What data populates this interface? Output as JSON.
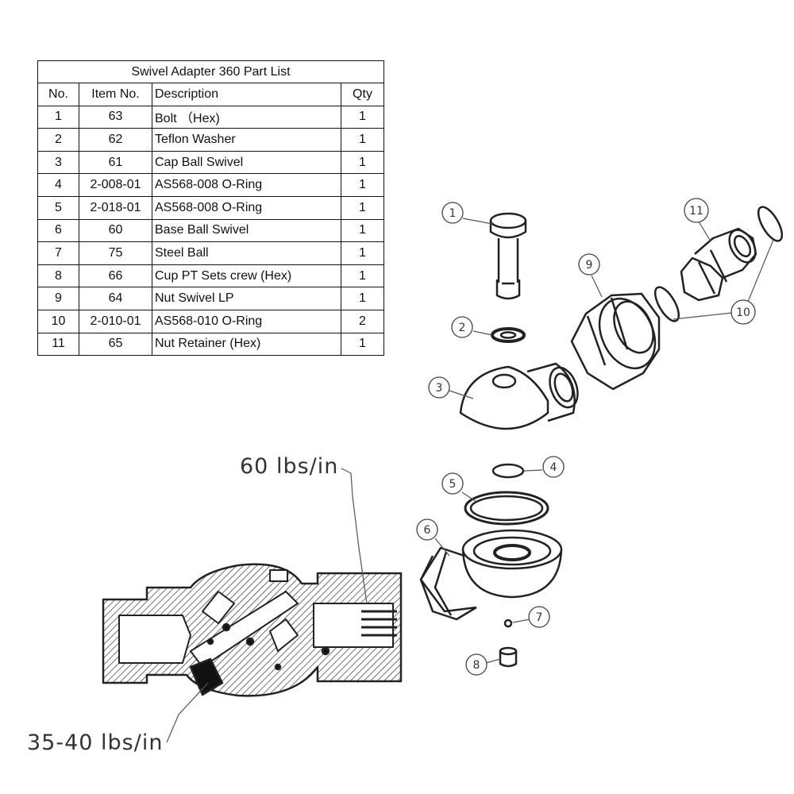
{
  "parts_list": {
    "title": "Swivel Adapter 360 Part List",
    "headers": [
      "No.",
      "Item No.",
      "Description",
      "Qty"
    ],
    "rows": [
      {
        "no": "1",
        "item": "63",
        "description": "Bolt （Hex)",
        "qty": "1"
      },
      {
        "no": "2",
        "item": "62",
        "description": "Teflon Washer",
        "qty": "1"
      },
      {
        "no": "3",
        "item": "61",
        "description": "Cap Ball Swivel",
        "qty": "1"
      },
      {
        "no": "4",
        "item": "2-008-01",
        "description": "AS568-008 O-Ring",
        "qty": "1"
      },
      {
        "no": "5",
        "item": "2-018-01",
        "description": "AS568-008 O-Ring",
        "qty": "1"
      },
      {
        "no": "6",
        "item": "60",
        "description": "Base Ball Swivel",
        "qty": "1"
      },
      {
        "no": "7",
        "item": "75",
        "description": "Steel Ball",
        "qty": "1"
      },
      {
        "no": "8",
        "item": "66",
        "description": "Cup PT Sets crew (Hex)",
        "qty": "1"
      },
      {
        "no": "9",
        "item": "64",
        "description": "Nut Swivel LP",
        "qty": "1"
      },
      {
        "no": "10",
        "item": "2-010-01",
        "description": "AS568-010 O-Ring",
        "qty": "2"
      },
      {
        "no": "11",
        "item": "65",
        "description": "Nut Retainer (Hex)",
        "qty": "1"
      }
    ]
  },
  "callouts": {
    "c1": "1",
    "c2": "2",
    "c3": "3",
    "c4": "4",
    "c5": "5",
    "c6": "6",
    "c7": "7",
    "c8": "8",
    "c9": "9",
    "c10": "10",
    "c11": "11"
  },
  "torque_labels": {
    "upper": "60 lbs/in",
    "lower": "35-40 lbs/in"
  }
}
